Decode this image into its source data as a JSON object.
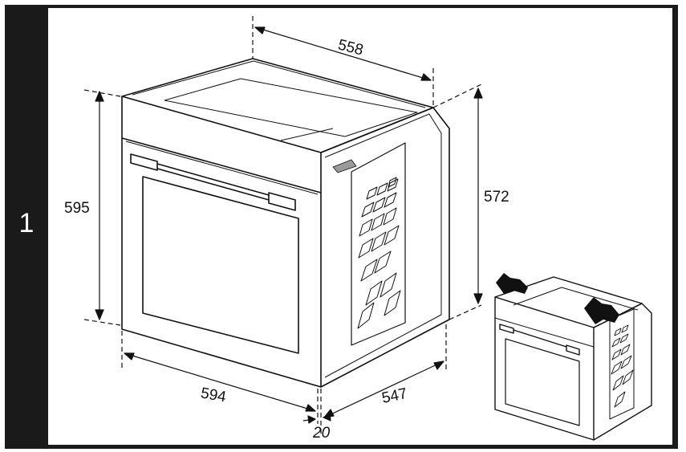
{
  "figure": {
    "number": "1"
  },
  "dimensions": {
    "top_depth": "558",
    "height_front": "595",
    "height_side": "572",
    "width_bottom": "594",
    "depth_bottom": "547",
    "panel_offset": "20"
  },
  "colors": {
    "frame": "#1a1a1a",
    "line": "#111111",
    "background": "#ffffff"
  },
  "icons": [
    "hand-push-icon",
    "hand-push-icon"
  ]
}
